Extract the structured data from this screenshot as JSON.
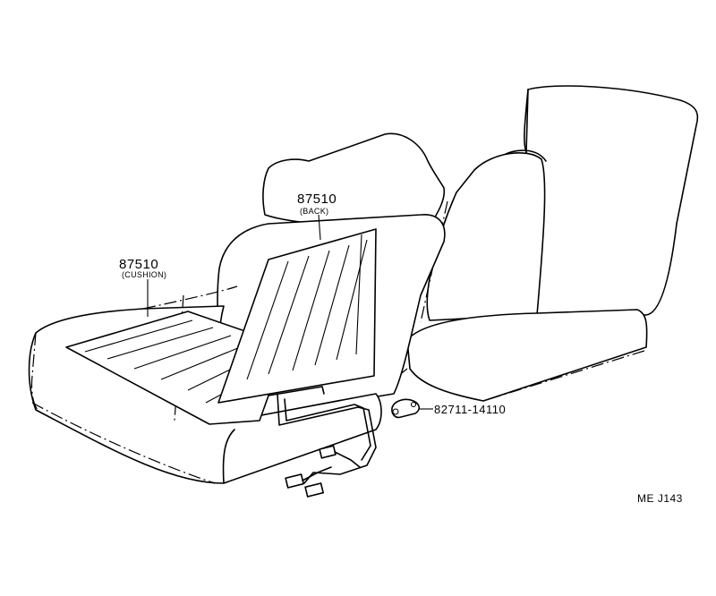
{
  "labels": {
    "cushion_part": "87510",
    "cushion_desc": "(CUSHION)",
    "back_part": "87510",
    "back_desc": "(BACK)",
    "wire_part": "82711-14110",
    "figure_code": "ME J143"
  }
}
